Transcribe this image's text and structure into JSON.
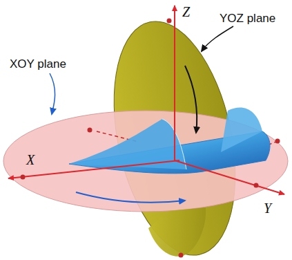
{
  "diagram": {
    "labels": [
      "Z",
      "YOZ plane",
      "XOY plane",
      "X",
      "Y"
    ]
  }
}
